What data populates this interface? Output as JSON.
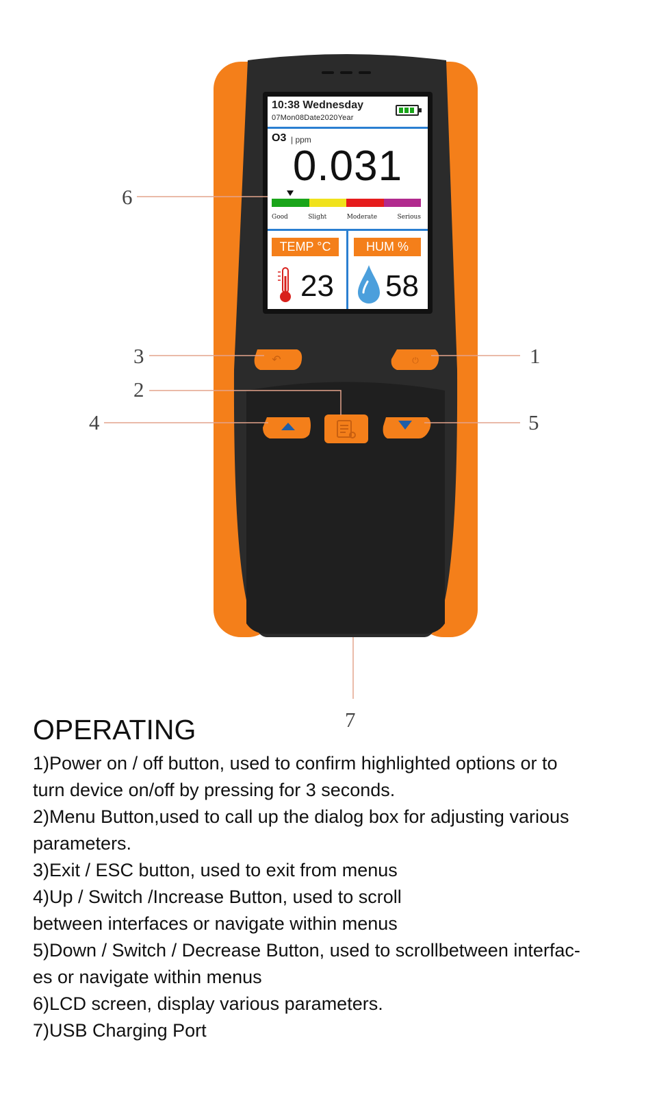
{
  "lcd": {
    "time": "10:38 Wednesday",
    "date": "07Mon08Date2020Year",
    "gas": "O3",
    "unit": "| ppm",
    "value": "0.031",
    "scale": {
      "labels": [
        "Good",
        "Slight",
        "Moderate",
        "Serious"
      ],
      "colors": [
        "#1aa51a",
        "#f0e21c",
        "#e61c1c",
        "#b12a8e"
      ]
    },
    "temp_label": "TEMP °C",
    "temp_value": "23",
    "hum_label": "HUM %",
    "hum_value": "58"
  },
  "callouts": [
    "1",
    "2",
    "3",
    "4",
    "5",
    "6",
    "7"
  ],
  "operating": {
    "title": "OPERATING",
    "lines": [
      "1)Power on / off button, used to confirm highlighted options or to",
      "turn device on/off by pressing for 3 seconds.",
      "2)Menu Button,used to call up the dialog box for adjusting various",
      "parameters.",
      "3)Exit / ESC button, used to exit from menus",
      "4)Up / Switch /Increase Button, used to scroll",
      "between interfaces or navigate within menus",
      "5)Down / Switch / Decrease Button, used to scrollbetween interfac-",
      "es or navigate within menus",
      "6)LCD screen, display various parameters.",
      "7)USB Charging Port"
    ]
  },
  "colors": {
    "orange": "#f47f1a",
    "body": "#2b2b2b",
    "lcd_accent": "#2a7fd1"
  }
}
